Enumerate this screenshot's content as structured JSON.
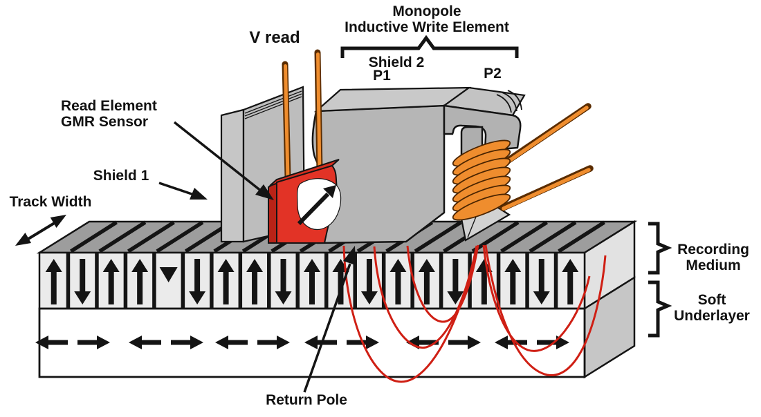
{
  "labels": {
    "monopole_line1": "Monopole",
    "monopole_line2": "Inductive Write Element",
    "shield2": "Shield 2",
    "p1": "P1",
    "p2": "P2",
    "v_read": "V read",
    "read_element_line1": "Read Element",
    "read_element_line2": "GMR Sensor",
    "shield1": "Shield 1",
    "track_width": "Track Width",
    "recording_line1": "Recording",
    "recording_line2": "Medium",
    "soft_line1": "Soft",
    "soft_line2": "Underlayer",
    "return_pole": "Return Pole"
  },
  "colors": {
    "outline": "#141414",
    "head_gray": "#b6b6b6",
    "head_gray_light": "#c9c9c9",
    "medium_segment": "#ebebeb",
    "medium_top": "#9d9d9d",
    "underlayer_white": "#ffffff",
    "sensor_red": "#e23326",
    "coil_orange": "#ef8d2e",
    "flux_red": "#cf1f14"
  },
  "recording_medium": {
    "bit_magnetization": [
      "up",
      "down",
      "up",
      "up",
      "triangle-down",
      "down",
      "up",
      "up",
      "down",
      "up",
      "up",
      "down",
      "up",
      "up",
      "down",
      "up",
      "up",
      "down",
      "up"
    ]
  },
  "soft_underlayer": {
    "arrow_pair_count": 6
  },
  "write_coil": {
    "turn_count": 7
  }
}
